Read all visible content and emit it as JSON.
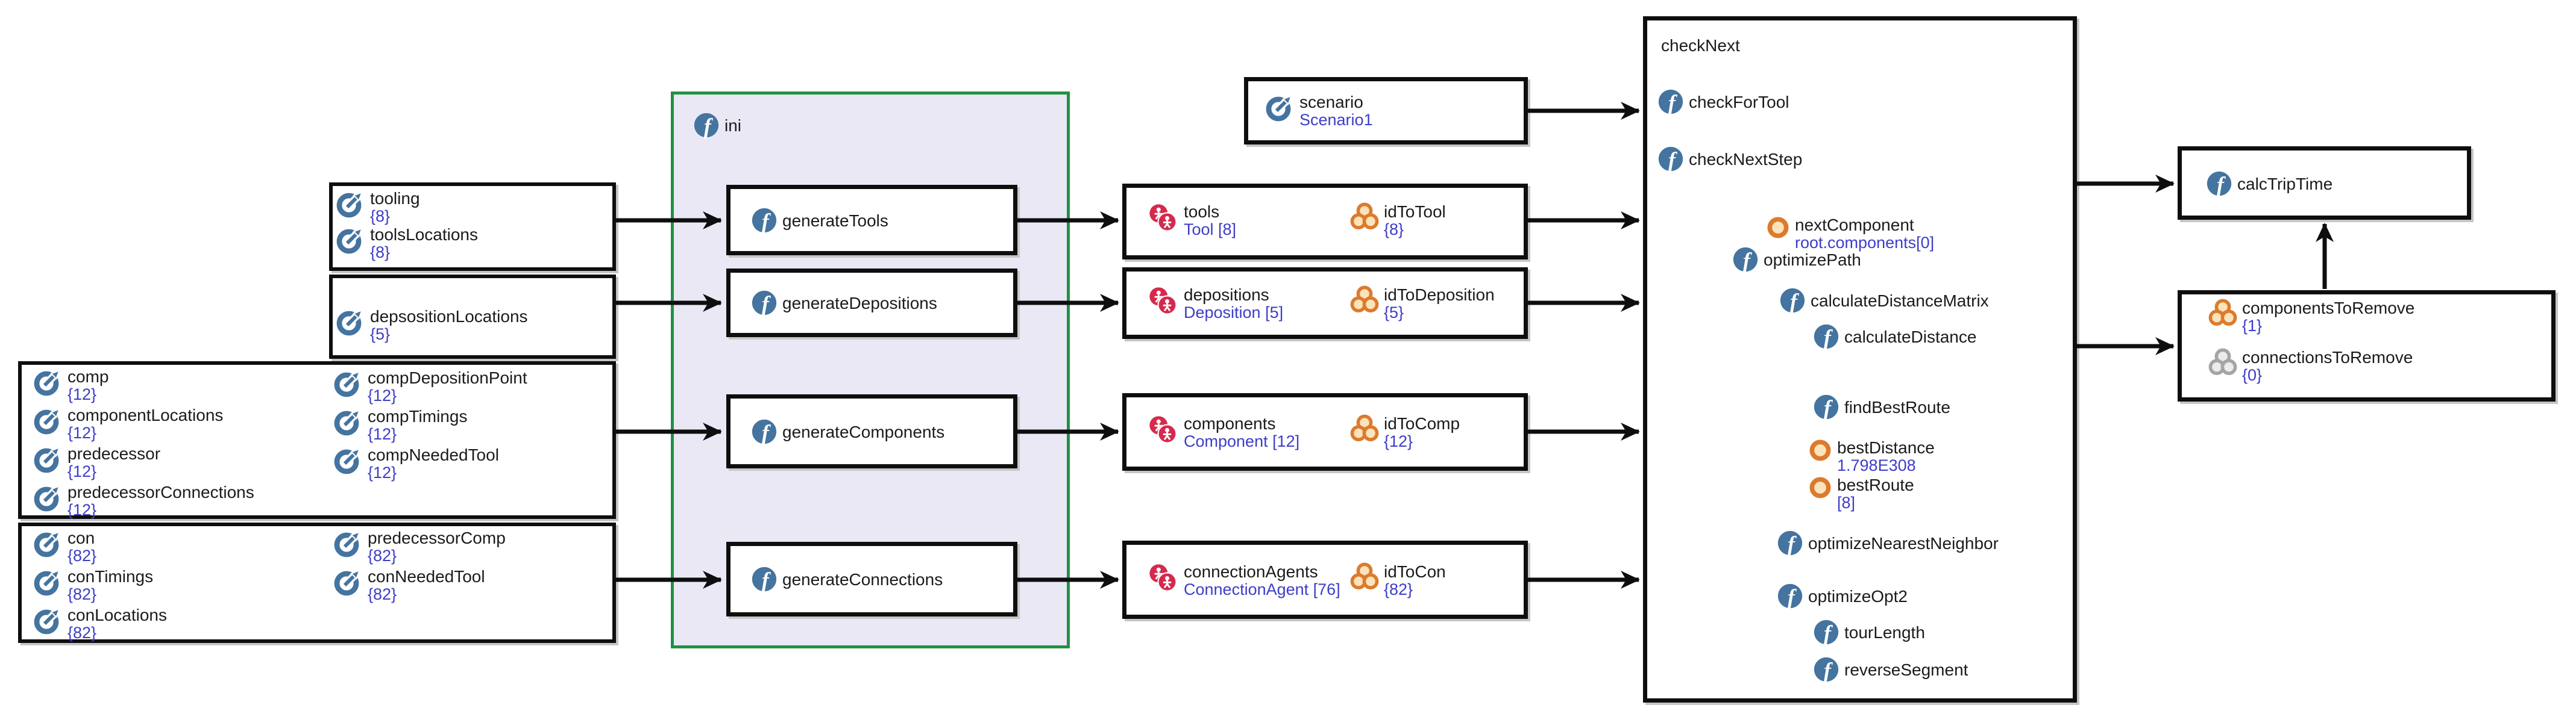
{
  "colors": {
    "function_blue": "#44749f",
    "agent_red": "#d5294d",
    "collection_orange": "#dc7b2d",
    "collection_gray": "#a5a5a5",
    "value_blue": "#3d3dc8",
    "ini_border_green": "#1f9242",
    "ini_fill": "#eae8f5",
    "connector_black": "#0e0e0e"
  },
  "left": {
    "tooling_box": {
      "items": [
        {
          "name": "tooling",
          "value": "{8}"
        },
        {
          "name": "toolsLocations",
          "value": "{8}"
        }
      ]
    },
    "deposition_box": {
      "items": [
        {
          "name": "depsositionLocations",
          "value": "{5}"
        }
      ]
    },
    "comp_box": {
      "col1": [
        {
          "name": "comp",
          "value": "{12}"
        },
        {
          "name": "componentLocations",
          "value": "{12}"
        },
        {
          "name": "predecessor",
          "value": "{12}"
        },
        {
          "name": "predecessorConnections",
          "value": "{12}"
        }
      ],
      "col2": [
        {
          "name": "compDepositionPoint",
          "value": "{12}"
        },
        {
          "name": "compTimings",
          "value": "{12}"
        },
        {
          "name": "compNeededTool",
          "value": "{12}"
        }
      ]
    },
    "con_box": {
      "col1": [
        {
          "name": "con",
          "value": "{82}"
        },
        {
          "name": "conTimings",
          "value": "{82}"
        },
        {
          "name": "conLocations",
          "value": "{82}"
        }
      ],
      "col2": [
        {
          "name": "predecessorComp",
          "value": "{82}"
        },
        {
          "name": "conNeededTool",
          "value": "{82}"
        }
      ]
    }
  },
  "ini": {
    "label": "ini",
    "functions": [
      "generateTools",
      "generateDepositions",
      "generateComponents",
      "generateConnections"
    ]
  },
  "scenario": {
    "name": "scenario",
    "value": "Scenario1"
  },
  "agent_rows": [
    {
      "agent_name": "tools",
      "agent_value": "Tool [8]",
      "map_name": "idToTool",
      "map_value": "{8}"
    },
    {
      "agent_name": "depositions",
      "agent_value": "Deposition [5]",
      "map_name": "idToDeposition",
      "map_value": "{5}"
    },
    {
      "agent_name": "components",
      "agent_value": "Component [12]",
      "map_name": "idToComp",
      "map_value": "{12}"
    },
    {
      "agent_name": "connectionAgents",
      "agent_value": "ConnectionAgent [76]",
      "map_name": "idToCon",
      "map_value": "{82}"
    }
  ],
  "check_next": {
    "title": "checkNext",
    "items": [
      {
        "name": "checkForTool"
      },
      {
        "name": "checkNextStep"
      },
      {
        "name": "nextComponent",
        "value": "root.components[0]"
      },
      {
        "name": "optimizePath"
      },
      {
        "name": "calculateDistanceMatrix"
      },
      {
        "name": "calculateDistance"
      },
      {
        "name": "findBestRoute"
      },
      {
        "name": "bestDistance",
        "value": "1.798E308"
      },
      {
        "name": "bestRoute",
        "value": "[8]"
      },
      {
        "name": "optimizeNearestNeighbor"
      },
      {
        "name": "optimizeOpt2"
      },
      {
        "name": "tourLength"
      },
      {
        "name": "reverseSegment"
      }
    ]
  },
  "calc_trip": {
    "name": "calcTripTime"
  },
  "remove_box": {
    "items": [
      {
        "name": "componentsToRemove",
        "value": "{1}"
      },
      {
        "name": "connectionsToRemove",
        "value": "{0}"
      }
    ]
  }
}
